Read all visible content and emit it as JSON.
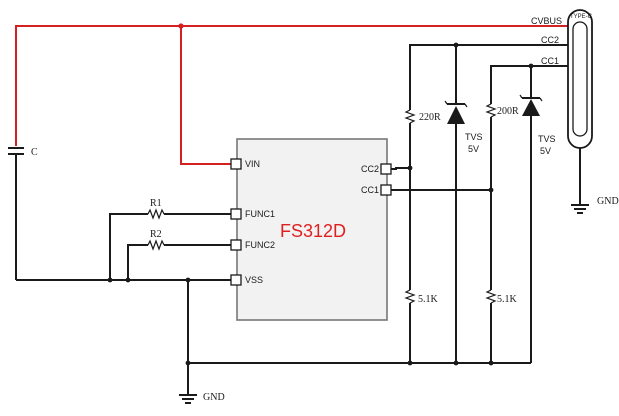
{
  "chip": {
    "name": "FS312D",
    "pins": {
      "vin": "VIN",
      "func1": "FUNC1",
      "func2": "FUNC2",
      "vss": "VSS",
      "cc2": "CC2",
      "cc1": "CC1"
    }
  },
  "connector": {
    "label": "TYPE-C",
    "pins": {
      "cvbus": "CVBUS",
      "cc2": "CC2",
      "cc1": "CC1"
    }
  },
  "components": {
    "capacitor": "C",
    "r1": "R1",
    "r2": "R2",
    "r_cc2_top": "220R",
    "r_cc1_top": "200R",
    "r_cc2_bottom": "5.1K",
    "r_cc1_bottom": "5.1K",
    "tvs1_label": "TVS",
    "tvs1_value": "5V",
    "tvs2_label": "TVS",
    "tvs2_value": "5V"
  },
  "grounds": {
    "connector_gnd": "GND",
    "main_gnd": "GND"
  },
  "colors": {
    "vbus_wire": "#d42020",
    "chip_title": "#e02020",
    "chip_body": "#f2f2f2",
    "chip_border": "#777777"
  }
}
